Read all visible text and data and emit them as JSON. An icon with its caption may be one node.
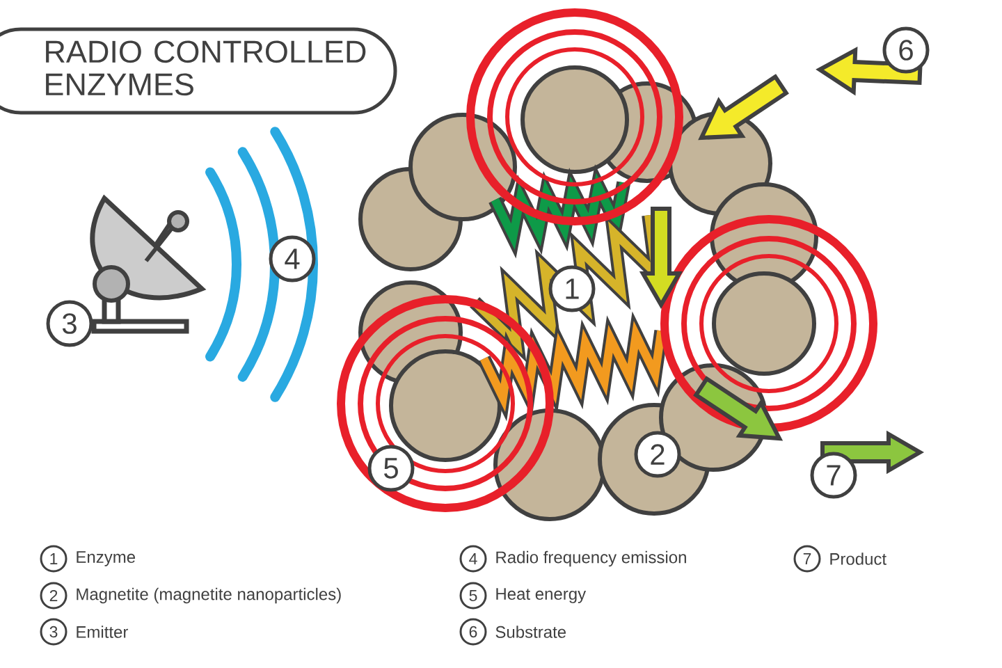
{
  "diagram": {
    "nodes": [
      {
        "text": [
          "RADIO CONTROLLED ENZYMES"
        ]
      }
    ],
    "edges": [],
    "labels": [
      "6",
      "4",
      "1",
      "3",
      "2",
      "5",
      "7",
      "1",
      "Enzyme",
      "4",
      "Radio frequency emission",
      "7",
      "Product",
      "2",
      "Magnetite (magnetite nanoparticles)",
      "5",
      "Heat energy",
      "3",
      "Emitter",
      "6",
      "Substrate"
    ]
  }
}
